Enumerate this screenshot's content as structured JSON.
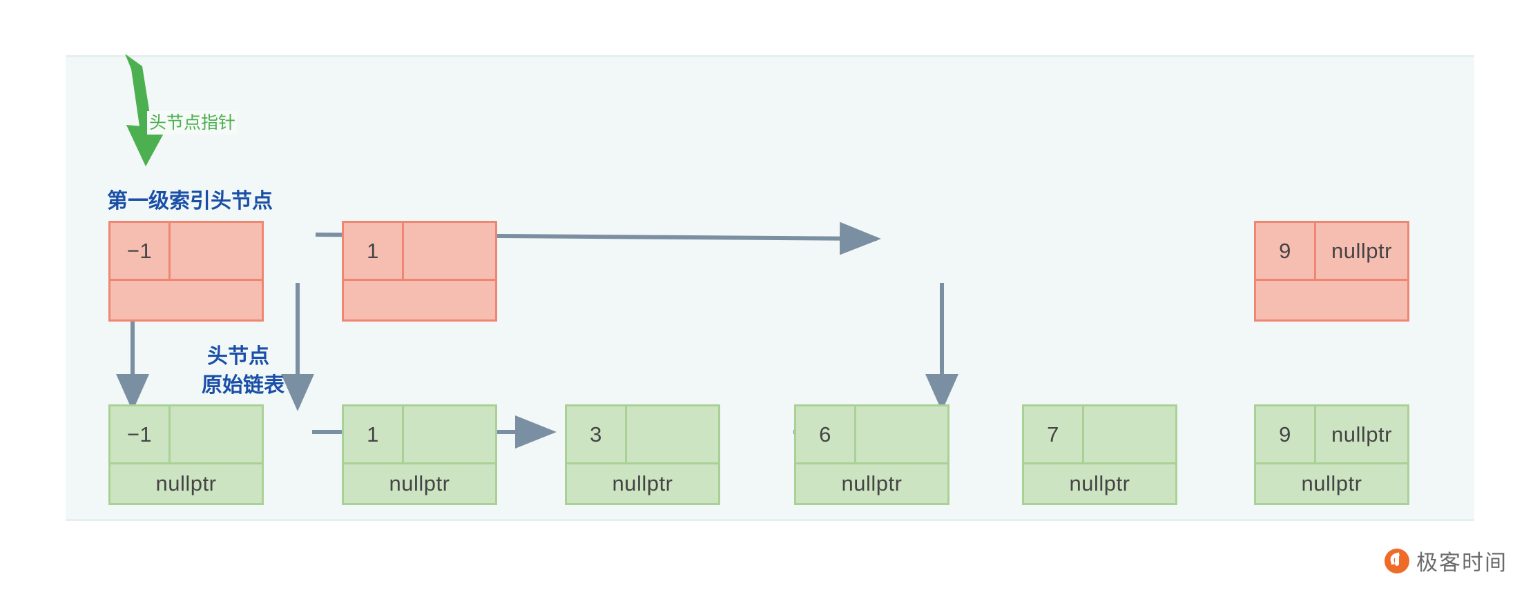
{
  "diagram": {
    "title_alt": "Skip list first-level index over original linked list",
    "panel_bg": "#f2f8f7",
    "colors": {
      "index_fill": "#f6bdb1",
      "index_border": "#ef8671",
      "base_fill": "#cde4c2",
      "base_border": "#a9d196",
      "arrow": "#7b8fa3",
      "pointer_arrow_green": "#4caf50",
      "label_blue": "#1a4fa8",
      "label_green": "#4caf50"
    },
    "annotations": {
      "head_pointer": "头节点指针",
      "index_head_node": "第一级索引头节点",
      "base_head_line1": "头节点",
      "base_head_line2": "原始链表"
    },
    "index_level": {
      "name": "第一级索引",
      "nodes": [
        {
          "value": "−1",
          "next_text": "",
          "has_next": true,
          "has_down": true
        },
        {
          "value": "1",
          "next_text": "",
          "has_next": true,
          "has_down": true
        },
        {
          "value": "9",
          "next_text": "nullptr",
          "has_next": false,
          "has_down": true
        }
      ]
    },
    "base_level": {
      "name": "原始链表",
      "nodes": [
        {
          "value": "−1",
          "next_text": "",
          "has_next": true,
          "down_text": "nullptr"
        },
        {
          "value": "1",
          "next_text": "",
          "has_next": true,
          "down_text": "nullptr"
        },
        {
          "value": "3",
          "next_text": "",
          "has_next": true,
          "down_text": "nullptr"
        },
        {
          "value": "6",
          "next_text": "",
          "has_next": true,
          "down_text": "nullptr"
        },
        {
          "value": "7",
          "next_text": "",
          "has_next": true,
          "down_text": "nullptr"
        },
        {
          "value": "9",
          "next_text": "nullptr",
          "has_next": false,
          "down_text": "nullptr"
        }
      ]
    }
  },
  "watermark": {
    "text": "极客时间",
    "logo_icon": "geektime-logo-icon"
  }
}
